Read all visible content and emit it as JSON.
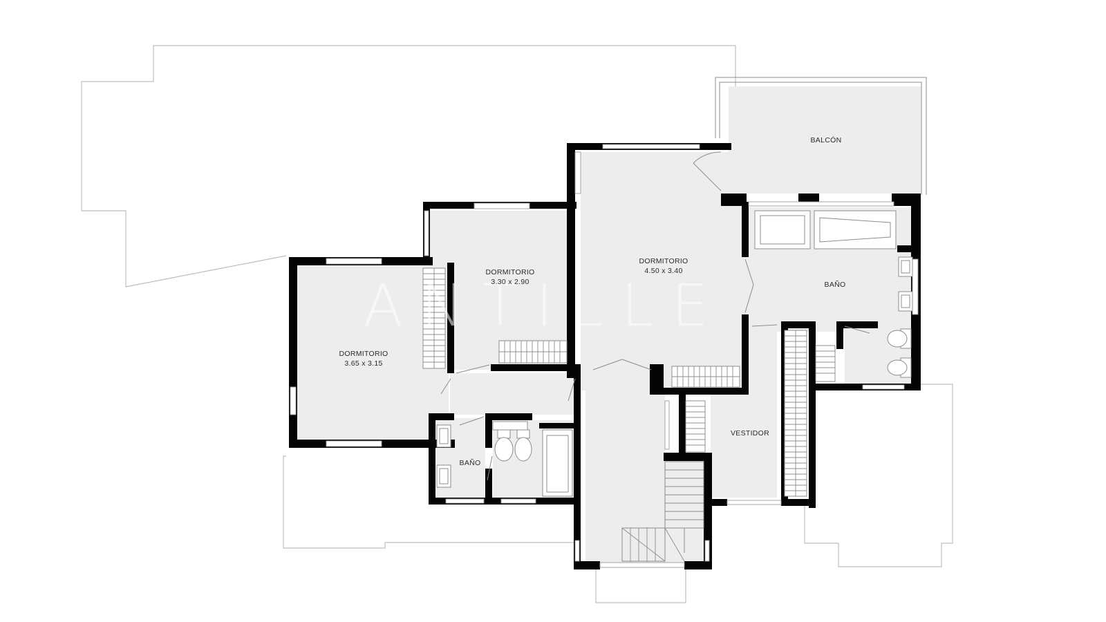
{
  "rooms": {
    "dormitorio_left": {
      "name": "DORMITORIO",
      "dims": "3.65 x 3.15"
    },
    "dormitorio_mid": {
      "name": "DORMITORIO",
      "dims": "3.30 x 2.90"
    },
    "dormitorio_main": {
      "name": "DORMITORIO",
      "dims": "4.50 x 3.40"
    },
    "balcon": {
      "name": "BALCÓN"
    },
    "bano_main": {
      "name": "BAÑO"
    },
    "bano_small": {
      "name": "BAÑO"
    },
    "vestidor": {
      "name": "VESTIDOR"
    }
  },
  "watermark": "ANTILLE"
}
